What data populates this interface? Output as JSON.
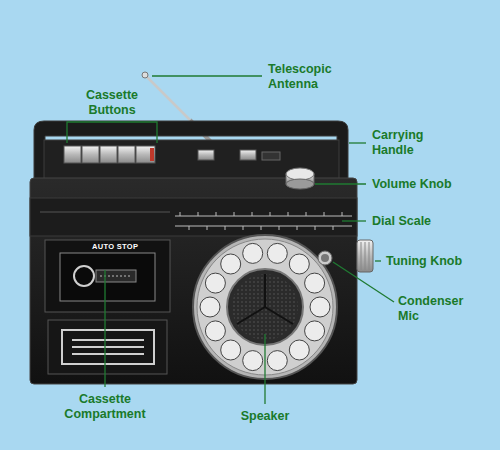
{
  "diagram": {
    "labels": [
      "Telescopic Antenna",
      "Cassette Buttons",
      "Carrying Handle",
      "Volume Knob",
      "Dial Scale",
      "Tuning Knob",
      "Condenser Mic",
      "Cassette Compartment",
      "Speaker",
      "AUTO STOP"
    ]
  }
}
